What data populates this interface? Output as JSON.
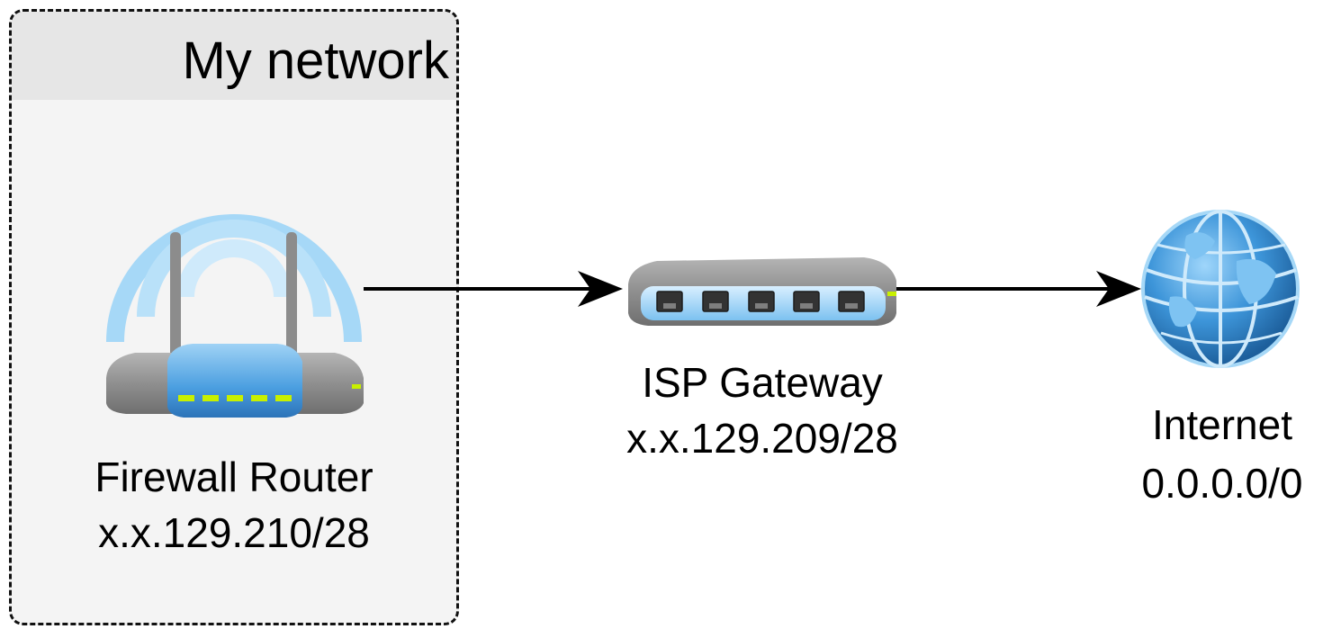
{
  "group": {
    "title": "My network"
  },
  "nodes": {
    "router": {
      "name": "Firewall Router",
      "address": "x.x.129.210/28",
      "icon": "wifi-router-icon"
    },
    "gateway": {
      "name": "ISP Gateway",
      "address": "x.x.129.209/28",
      "icon": "network-switch-icon"
    },
    "internet": {
      "name": "Internet",
      "address": "0.0.0.0/0",
      "icon": "globe-icon"
    }
  },
  "edges": [
    {
      "from": "router",
      "to": "gateway"
    },
    {
      "from": "gateway",
      "to": "internet"
    }
  ],
  "colors": {
    "wifi_arc": "#a6d8f7",
    "device_gray": "#8c8c8c",
    "device_blue": "#4a9ee0",
    "led": "#c8f000",
    "globe_blue": "#2f86cf",
    "arrow": "#000000"
  }
}
